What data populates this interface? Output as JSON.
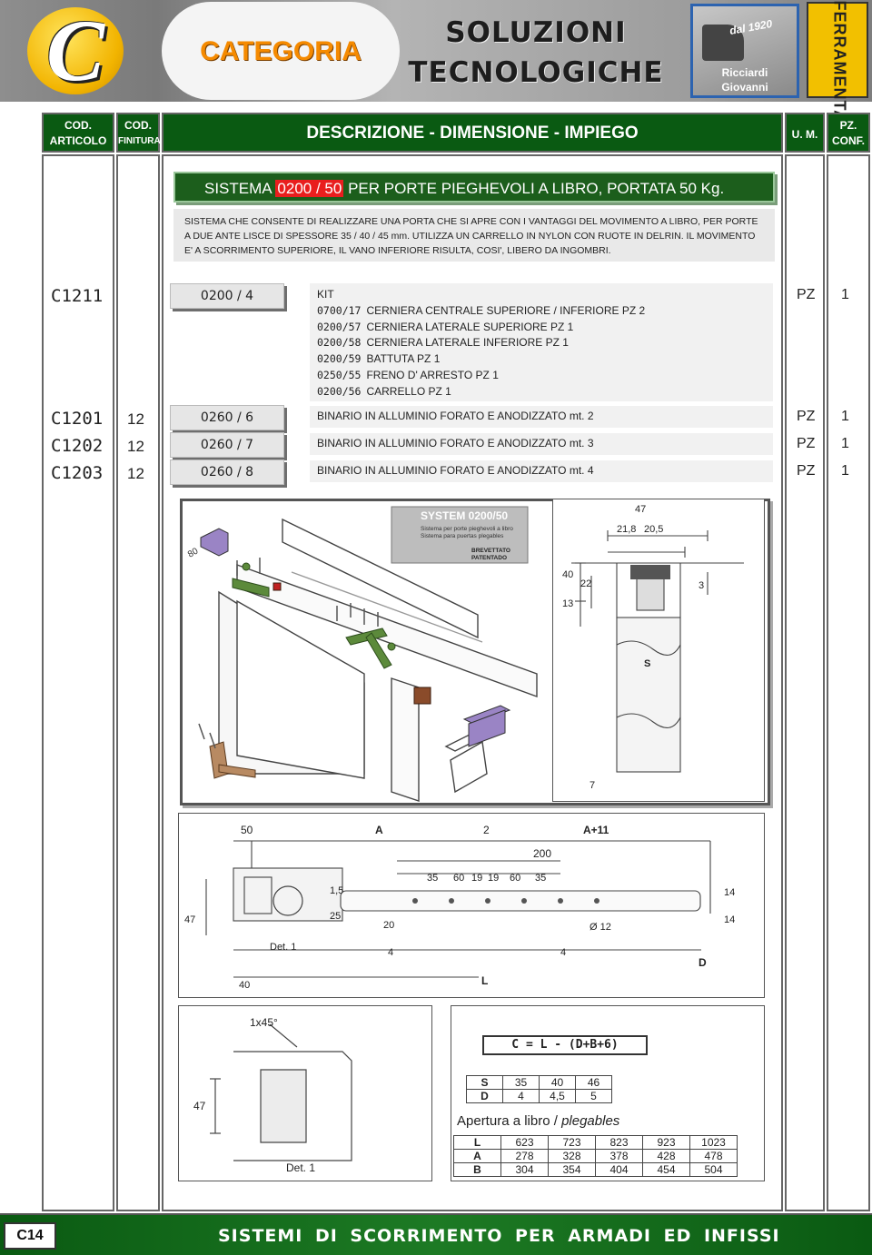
{
  "header": {
    "logo_letter": "C",
    "category": "CATEGORIA",
    "title_line1": "SOLUZIONI",
    "title_line2": "TECNOLOGICHE",
    "brand_year": "dal 1920",
    "brand_name1": "Ricciardi",
    "brand_name2": "Giovanni",
    "side_label": "FERRAMENTA"
  },
  "columns": {
    "cod_articolo_1": "COD.",
    "cod_articolo_2": "ARTICOLO",
    "cod_finitura_1": "COD.",
    "cod_finitura_2": "FINITURA",
    "description": "DESCRIZIONE - DIMENSIONE - IMPIEGO",
    "um": "U. M.",
    "pz_conf_1": "PZ.",
    "pz_conf_2": "CONF."
  },
  "system": {
    "title_prefix": "SISTEMA",
    "title_code": "0200 / 50",
    "title_suffix": "PER PORTE PIEGHEVOLI A LIBRO, PORTATA 50 Kg.",
    "description": "SISTEMA CHE CONSENTE DI REALIZZARE UNA PORTA CHE SI APRE CON I VANTAGGI DEL MOVIMENTO A LIBRO, PER PORTE A DUE ANTE LISCE DI SPESSORE 35 / 40 / 45 mm. UTILIZZA UN CARRELLO IN NYLON CON RUOTE IN DELRIN. IL MOVIMENTO E' A SCORRIMENTO SUPERIORE, IL VANO INFERIORE RISULTA, COSI', LIBERO DA INGOMBRI."
  },
  "kit": {
    "code": "C1211",
    "ref": "0200 / 4",
    "title": "KIT",
    "lines": [
      {
        "code": "0700/17",
        "text": "CERNIERA CENTRALE SUPERIORE / INFERIORE  PZ  2"
      },
      {
        "code": "0200/57",
        "text": "CERNIERA LATERALE SUPERIORE   PZ  1"
      },
      {
        "code": "0200/58",
        "text": "CERNIERA LATERALE INFERIORE  PZ  1"
      },
      {
        "code": "0200/59",
        "text": "BATTUTA  PZ  1"
      },
      {
        "code": "0250/55",
        "text": "FRENO D' ARRESTO  PZ  1"
      },
      {
        "code": "0200/56",
        "text": "CARRELLO  PZ  1"
      }
    ],
    "um": "PZ",
    "pz": "1"
  },
  "items": [
    {
      "code": "C1201",
      "finish": "12",
      "ref": "0260 / 6",
      "desc": "BINARIO IN ALLUMINIO  FORATO E ANODIZZATO  mt. 2",
      "um": "PZ",
      "pz": "1"
    },
    {
      "code": "C1202",
      "finish": "12",
      "ref": "0260 / 7",
      "desc": "BINARIO IN ALLUMINIO  FORATO E ANODIZZATO  mt. 3",
      "um": "PZ",
      "pz": "1"
    },
    {
      "code": "C1203",
      "finish": "12",
      "ref": "0260 / 8",
      "desc": "BINARIO IN ALLUMINIO  FORATO E ANODIZZATO  mt. 4",
      "um": "PZ",
      "pz": "1"
    }
  ],
  "drawing_exploded": {
    "label_system": "SYSTEM 0200/50",
    "label_sub1": "Sistema per porte pieghevoli a libro",
    "label_sub2": "Sistema para puertas plegables",
    "label_brevettato": "BREVETTATO",
    "label_patentado": "PATENTADO",
    "dim_80": "80"
  },
  "drawing_section": {
    "d47": "47",
    "d218": "21,8",
    "d205": "20,5",
    "d40": "40",
    "d22": "22",
    "d13": "13",
    "d3": "3",
    "dS": "S",
    "d7": "7"
  },
  "drawing_plan": {
    "d50": "50",
    "dA": "A",
    "d2": "2",
    "dA11": "A+11",
    "d200": "200",
    "d35a": "35",
    "d60a": "60",
    "d19a": "19",
    "d19b": "19",
    "d60b": "60",
    "d35b": "35",
    "d15": "1,5",
    "d25": "25",
    "d47": "47",
    "d20": "20",
    "d12": "Ø 12",
    "d14a": "14",
    "d14b": "14",
    "d4a": "4",
    "d4b": "4",
    "ddet": "Det. 1",
    "d40": "40",
    "dL": "L",
    "dD": "D"
  },
  "drawing_detail": {
    "chamfer": "1x45°",
    "d47": "47",
    "det": "Det. 1"
  },
  "formula_table": {
    "formula": "C = L - (D+B+6)",
    "s_row": {
      "label": "S",
      "values": [
        "35",
        "40",
        "46"
      ]
    },
    "d_row": {
      "label": "D",
      "values": [
        "4",
        "4,5",
        "5"
      ]
    },
    "caption_main": "Apertura a libro / ",
    "caption_italic": "plegables",
    "rows": [
      {
        "label": "L",
        "values": [
          "623",
          "723",
          "823",
          "923",
          "1023"
        ]
      },
      {
        "label": "A",
        "values": [
          "278",
          "328",
          "378",
          "428",
          "478"
        ]
      },
      {
        "label": "B",
        "values": [
          "304",
          "354",
          "404",
          "454",
          "504"
        ]
      }
    ]
  },
  "footer": {
    "page_code": "C14",
    "title": "SISTEMI DI SCORRIMENTO PER ARMADI ED INFISSI"
  }
}
